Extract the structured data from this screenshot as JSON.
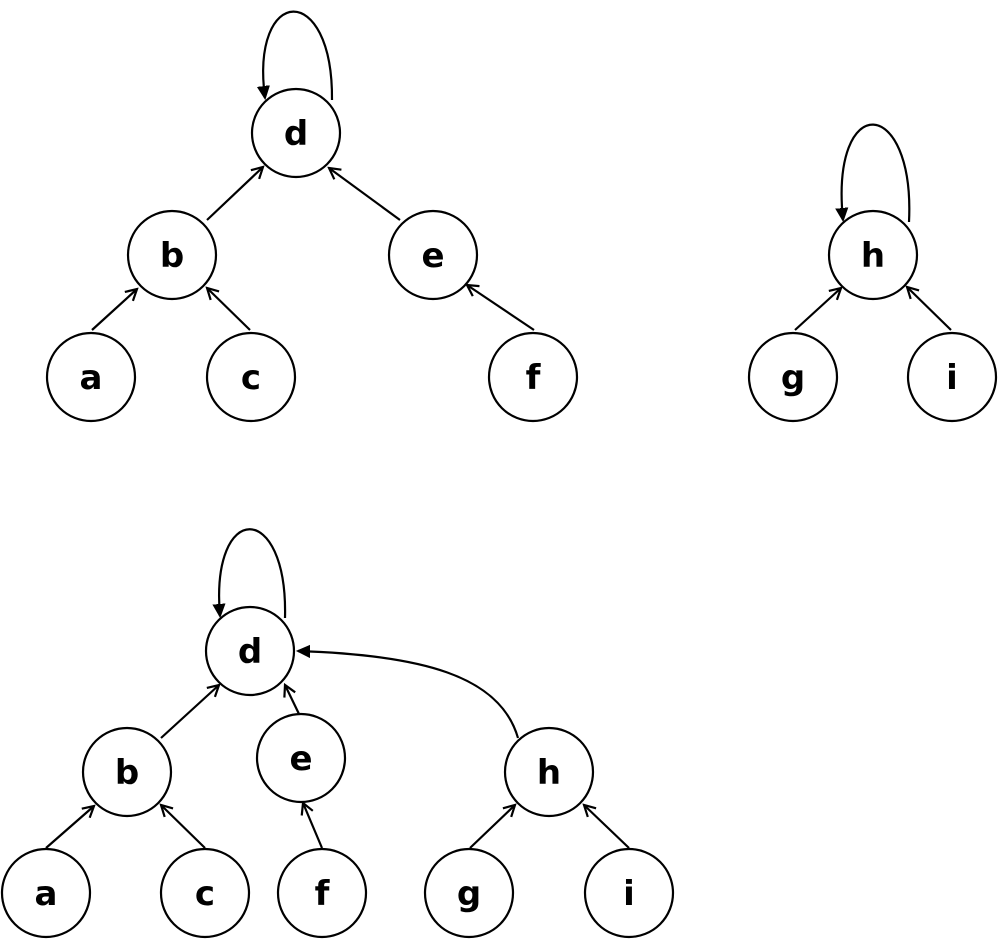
{
  "colors": {
    "stroke": "#000000",
    "fill": "#ffffff",
    "text": "#000000"
  },
  "forests": {
    "before": {
      "trees": [
        {
          "nodes": [
            {
              "id": "d",
              "label": "d"
            },
            {
              "id": "b",
              "label": "b"
            },
            {
              "id": "e",
              "label": "e"
            },
            {
              "id": "a",
              "label": "a"
            },
            {
              "id": "c",
              "label": "c"
            },
            {
              "id": "f",
              "label": "f"
            }
          ],
          "edges": [
            {
              "from": "b",
              "to": "d"
            },
            {
              "from": "e",
              "to": "d"
            },
            {
              "from": "a",
              "to": "b"
            },
            {
              "from": "c",
              "to": "b"
            },
            {
              "from": "f",
              "to": "e"
            },
            {
              "from": "d",
              "to": "d"
            }
          ]
        },
        {
          "nodes": [
            {
              "id": "h",
              "label": "h"
            },
            {
              "id": "g",
              "label": "g"
            },
            {
              "id": "i",
              "label": "i"
            }
          ],
          "edges": [
            {
              "from": "g",
              "to": "h"
            },
            {
              "from": "i",
              "to": "h"
            },
            {
              "from": "h",
              "to": "h"
            }
          ]
        }
      ]
    },
    "after": {
      "trees": [
        {
          "nodes": [
            {
              "id": "d",
              "label": "d"
            },
            {
              "id": "b",
              "label": "b"
            },
            {
              "id": "e",
              "label": "e"
            },
            {
              "id": "h",
              "label": "h"
            },
            {
              "id": "a",
              "label": "a"
            },
            {
              "id": "c",
              "label": "c"
            },
            {
              "id": "f",
              "label": "f"
            },
            {
              "id": "g",
              "label": "g"
            },
            {
              "id": "i",
              "label": "i"
            }
          ],
          "edges": [
            {
              "from": "b",
              "to": "d"
            },
            {
              "from": "e",
              "to": "d"
            },
            {
              "from": "h",
              "to": "d"
            },
            {
              "from": "a",
              "to": "b"
            },
            {
              "from": "c",
              "to": "b"
            },
            {
              "from": "f",
              "to": "e"
            },
            {
              "from": "g",
              "to": "h"
            },
            {
              "from": "i",
              "to": "h"
            },
            {
              "from": "d",
              "to": "d"
            }
          ]
        }
      ]
    }
  }
}
